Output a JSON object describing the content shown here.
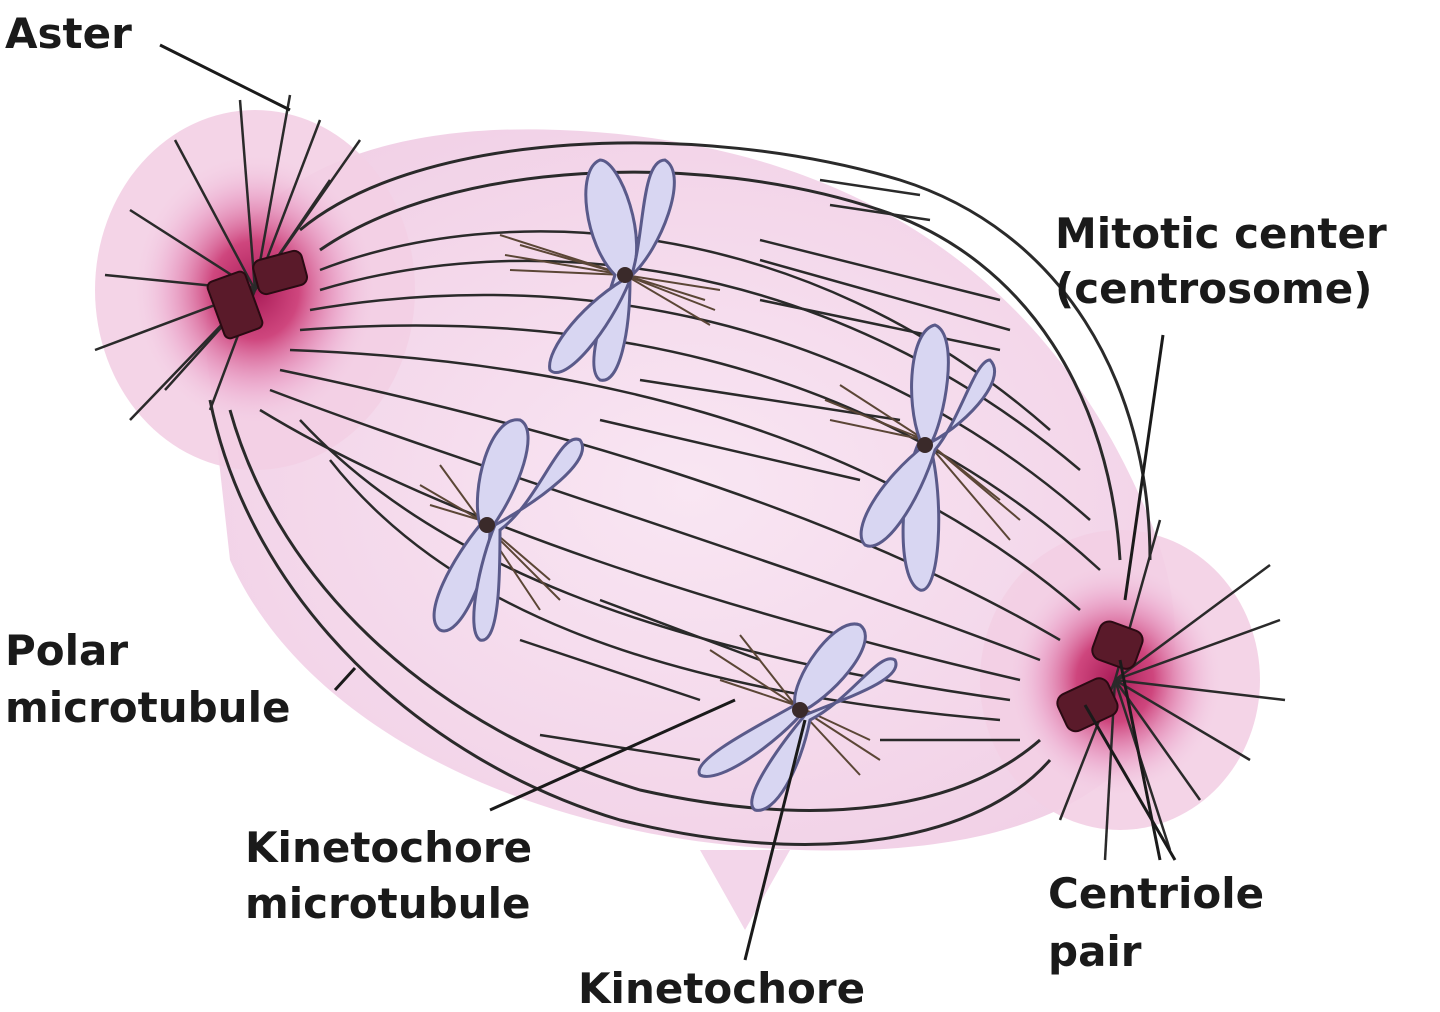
{
  "labels": {
    "aster": "Aster",
    "mitotic_center_line1": "Mitotic center",
    "mitotic_center_line2": "(centrosome)",
    "polar_microtubule_line1": "Polar",
    "polar_microtubule_line2": "microtubule",
    "kinetochore_microtubule_line1": "Kinetochore",
    "kinetochore_microtubule_line2": "microtubule",
    "kinetochore": "Kinetochore",
    "centriole_pair_line1": "Centriole",
    "centriole_pair_line2": "pair"
  },
  "colors": {
    "spindle_fill": "#f6dcef",
    "centrosome_glow": "#c2185b",
    "chromosome_fill": "#d8d6f2",
    "chromosome_stroke": "#5a5a8a",
    "centriole": "#5a1a2a",
    "line": "#2a2a2a",
    "kinetochore_fiber": "#5b4636"
  }
}
